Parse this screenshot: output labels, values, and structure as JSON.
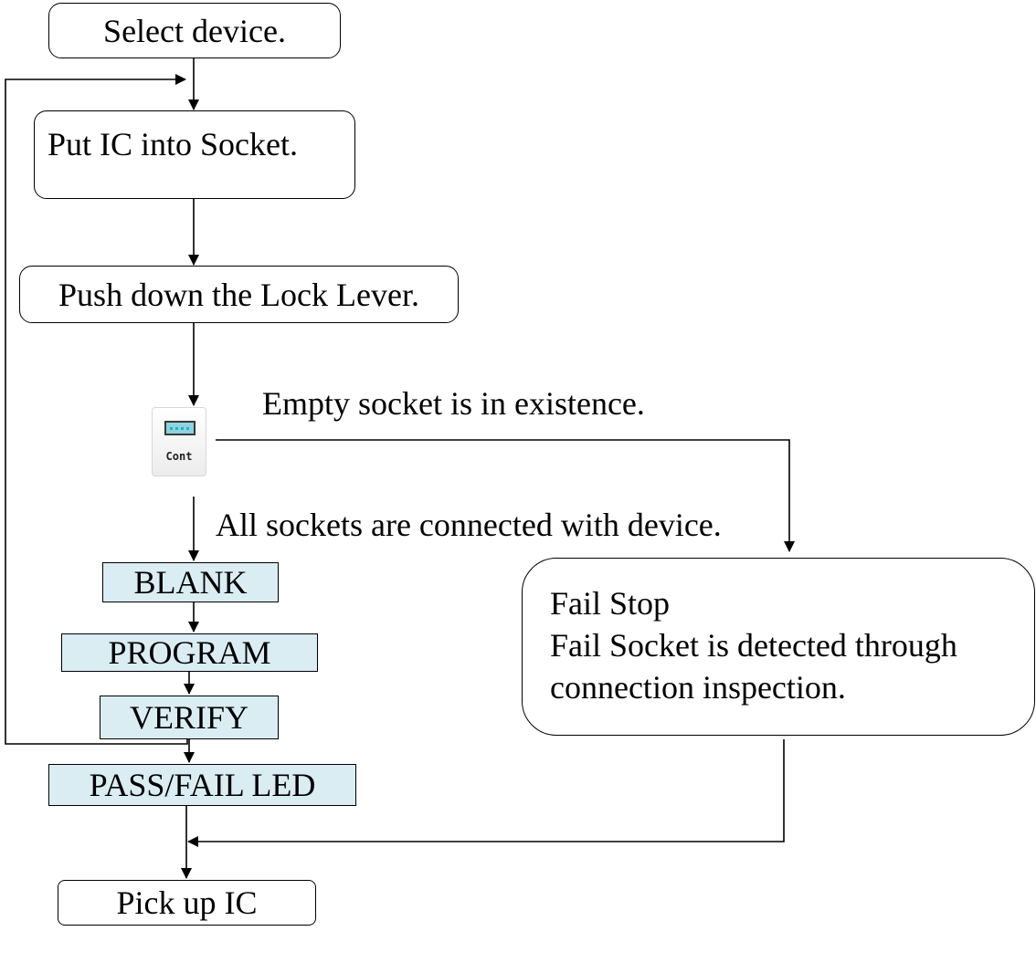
{
  "diagram": {
    "nodes": {
      "select_device": "Select device.",
      "put_ic": "Put IC into Socket.",
      "push_lever": "Push down the Lock Lever.",
      "cont_icon": {
        "label": "Cont",
        "icon": "continuity-check-icon"
      },
      "blank": "BLANK",
      "program": "PROGRAM",
      "verify": "VERIFY",
      "pass_fail_led": "PASS/FAIL LED",
      "pick_up_ic": "Pick up IC",
      "fail_stop": {
        "title": "Fail Stop",
        "line1": "Fail Socket is detected through",
        "line2": "connection inspection."
      }
    },
    "edge_labels": {
      "empty_socket": "Empty socket is in existence.",
      "all_connected": "All sockets are connected with device."
    },
    "colors": {
      "step_fill": "#daedf3",
      "line": "#000000",
      "icon_chip": "#8fd3df"
    }
  }
}
